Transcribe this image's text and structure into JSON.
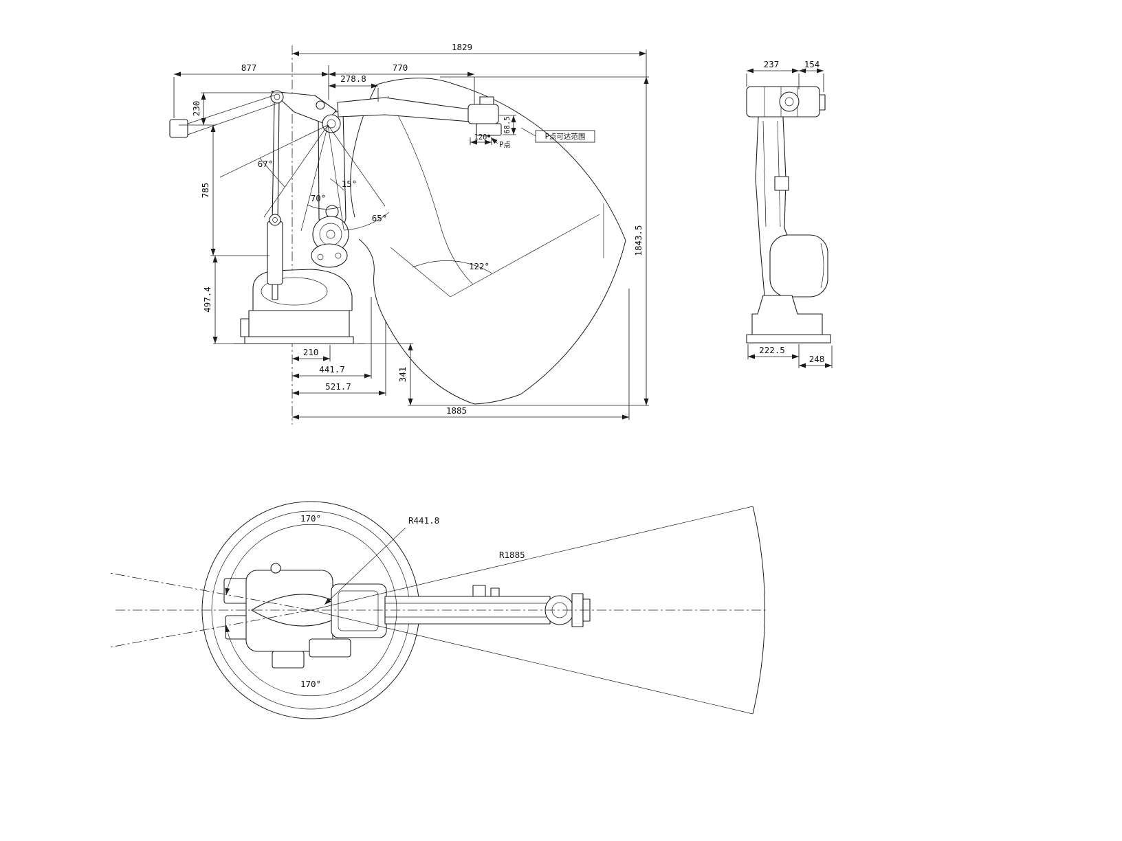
{
  "colors": {
    "line": "#1c1c1c",
    "background": "#ffffff"
  },
  "side": {
    "d1829": "1829",
    "d877": "877",
    "d770": "770",
    "d278_8": "278.8",
    "d230": "230",
    "d785": "785",
    "d497_4": "497.4",
    "d1843_5": "1843.5",
    "d210": "210",
    "d441_7": "441.7",
    "d521_7": "521.7",
    "d341": "341",
    "d1885": "1885",
    "d120": "120",
    "d68_5": "68.5",
    "a67": "67°",
    "a15": "15°",
    "a70": "70°",
    "a65": "65°",
    "a122": "122°",
    "p_point": "P点",
    "p_reach": "P点可达范围"
  },
  "front": {
    "d237": "237",
    "d154": "154",
    "d222_5": "222.5",
    "d248": "248"
  },
  "top": {
    "a170_upper": "170°",
    "a170_lower": "170°",
    "r441_8": "R441.8",
    "r1885": "R1885"
  }
}
